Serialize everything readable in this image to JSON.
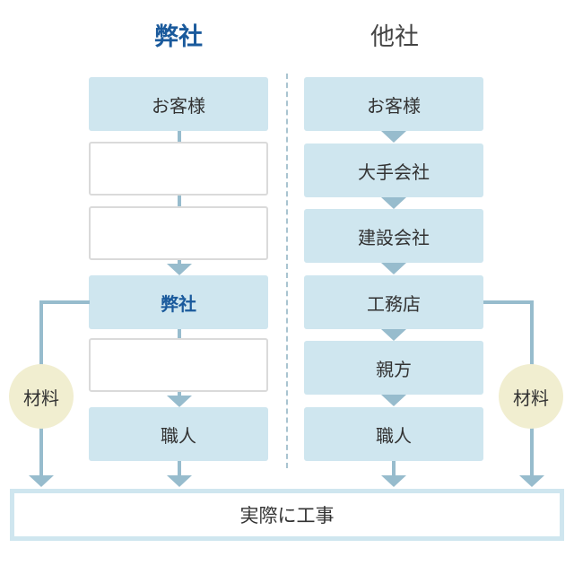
{
  "headings": {
    "ours": "弊社",
    "other": "他社"
  },
  "ours_column": {
    "customer": "お客様",
    "company": "弊社",
    "craftsman": "職人"
  },
  "other_column": {
    "steps": [
      "お客様",
      "大手会社",
      "建設会社",
      "工務店",
      "親方",
      "職人"
    ]
  },
  "materials": {
    "left": "材料",
    "right": "材料"
  },
  "bottom": {
    "label": "実際に工事"
  },
  "colors": {
    "box_fill": "#cfe6ef",
    "arrow": "#97bccd",
    "accent_text": "#1a5a9c",
    "material_circle": "#f1eed0",
    "empty_border": "#dadada"
  }
}
